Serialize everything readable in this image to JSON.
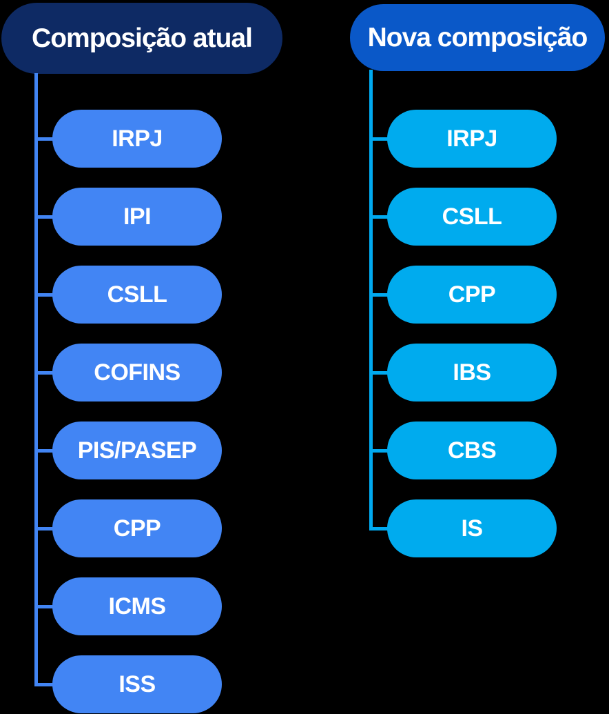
{
  "diagram": {
    "columns": [
      {
        "title": "Composição atual",
        "items": [
          "IRPJ",
          "IPI",
          "CSLL",
          "COFINS",
          "PIS/PASEP",
          "CPP",
          "ICMS",
          "ISS"
        ]
      },
      {
        "title": "Nova composição",
        "items": [
          "IRPJ",
          "CSLL",
          "CPP",
          "IBS",
          "CBS",
          "IS"
        ]
      }
    ]
  },
  "colors": {
    "background": "#000000",
    "current_header": "#0e2a64",
    "current_pill": "#4285f4",
    "current_line": "#4285f4",
    "new_header": "#0a58c8",
    "new_pill": "#00abee",
    "new_line": "#00a9ef",
    "text": "#ffffff"
  }
}
